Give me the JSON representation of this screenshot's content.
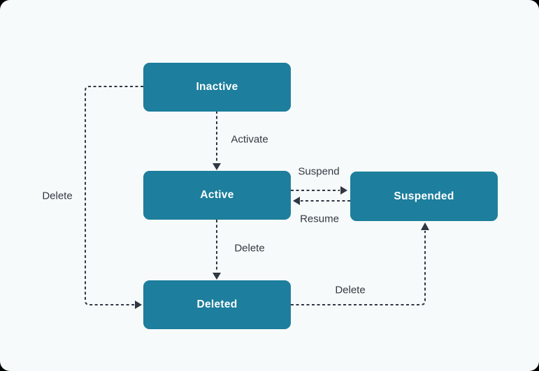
{
  "diagram": {
    "type": "state-diagram",
    "states": [
      {
        "id": "inactive",
        "label": "Inactive"
      },
      {
        "id": "active",
        "label": "Active"
      },
      {
        "id": "suspended",
        "label": "Suspended"
      },
      {
        "id": "deleted",
        "label": "Deleted"
      }
    ],
    "transitions": [
      {
        "from": "Inactive",
        "to": "Active",
        "label": "Activate"
      },
      {
        "from": "Active",
        "to": "Suspended",
        "label": "Suspend"
      },
      {
        "from": "Suspended",
        "to": "Active",
        "label": "Resume"
      },
      {
        "from": "Active",
        "to": "Deleted",
        "label": "Delete"
      },
      {
        "from": "Inactive",
        "to": "Deleted",
        "label": "Delete"
      },
      {
        "from": "Deleted",
        "to": "Suspended",
        "label": "Delete"
      }
    ],
    "colors": {
      "node_fill": "#1d7e9d",
      "node_text": "#ffffff",
      "edge": "#2e3742",
      "label_text": "#333942",
      "background": "#f7fafa",
      "page_corner": "#000000"
    }
  }
}
